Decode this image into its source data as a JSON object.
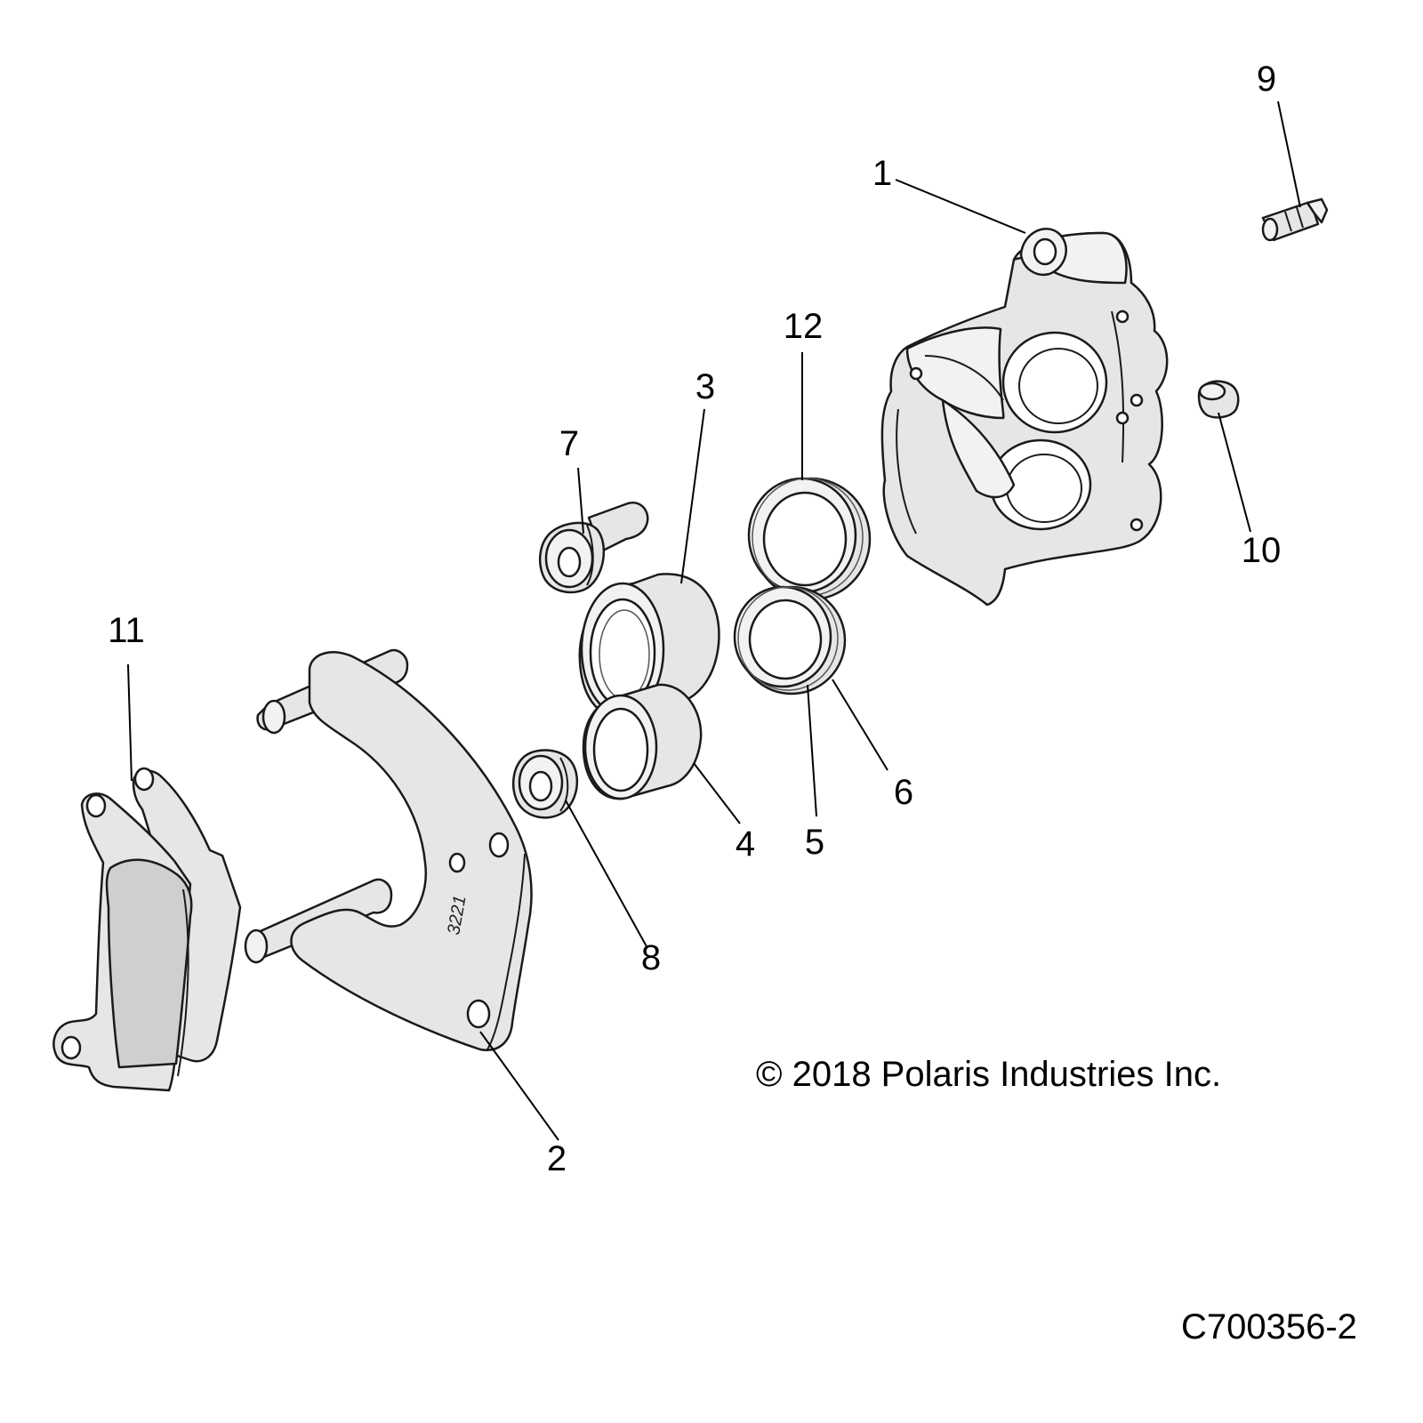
{
  "diagram": {
    "callouts": [
      {
        "id": "1",
        "label": "1"
      },
      {
        "id": "2",
        "label": "2"
      },
      {
        "id": "3",
        "label": "3"
      },
      {
        "id": "4",
        "label": "4"
      },
      {
        "id": "5",
        "label": "5"
      },
      {
        "id": "6",
        "label": "6"
      },
      {
        "id": "7",
        "label": "7"
      },
      {
        "id": "8",
        "label": "8"
      },
      {
        "id": "9",
        "label": "9"
      },
      {
        "id": "10",
        "label": "10"
      },
      {
        "id": "11",
        "label": "11"
      },
      {
        "id": "12",
        "label": "12"
      }
    ],
    "bracket_stamp": "3221",
    "copyright": "© 2018 Polaris Industries Inc.",
    "figure_id": "C700356-2"
  }
}
